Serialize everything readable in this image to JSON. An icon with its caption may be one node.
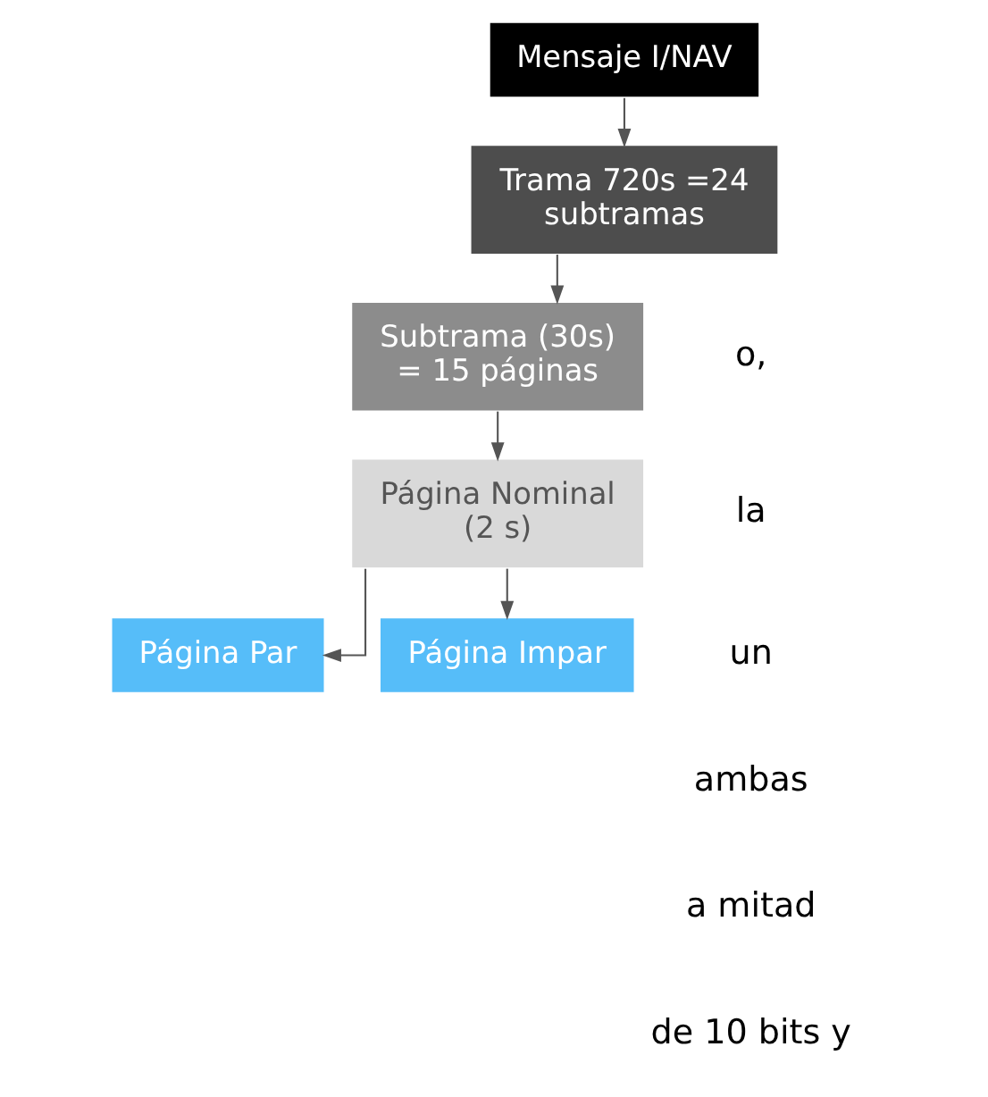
{
  "diagram": {
    "nodes": [
      {
        "text": [
          "Mensaje I/NAV"
        ]
      },
      {
        "text": [
          "Trama 720s =24 subtramas"
        ]
      },
      {
        "text": [
          "Subtrama (30s) = 15 páginas"
        ]
      },
      {
        "text": [
          "Página Nominal (2 s)"
        ]
      },
      {
        "text": [
          "Página Par"
        ]
      },
      {
        "text": [
          "Página Impar"
        ]
      }
    ],
    "edges": [
      {
        "from": 0,
        "to": 1,
        "arrow": "to"
      },
      {
        "from": 1,
        "to": 2,
        "arrow": "to"
      },
      {
        "from": 2,
        "to": 3,
        "arrow": "to"
      },
      {
        "from": 3,
        "to": 4,
        "arrow": "to"
      },
      {
        "from": 3,
        "to": 5,
        "arrow": "to"
      }
    ],
    "labels": [
      "o,",
      "la",
      "un",
      "ambas",
      "a mitad",
      "de 10 bits y"
    ]
  }
}
